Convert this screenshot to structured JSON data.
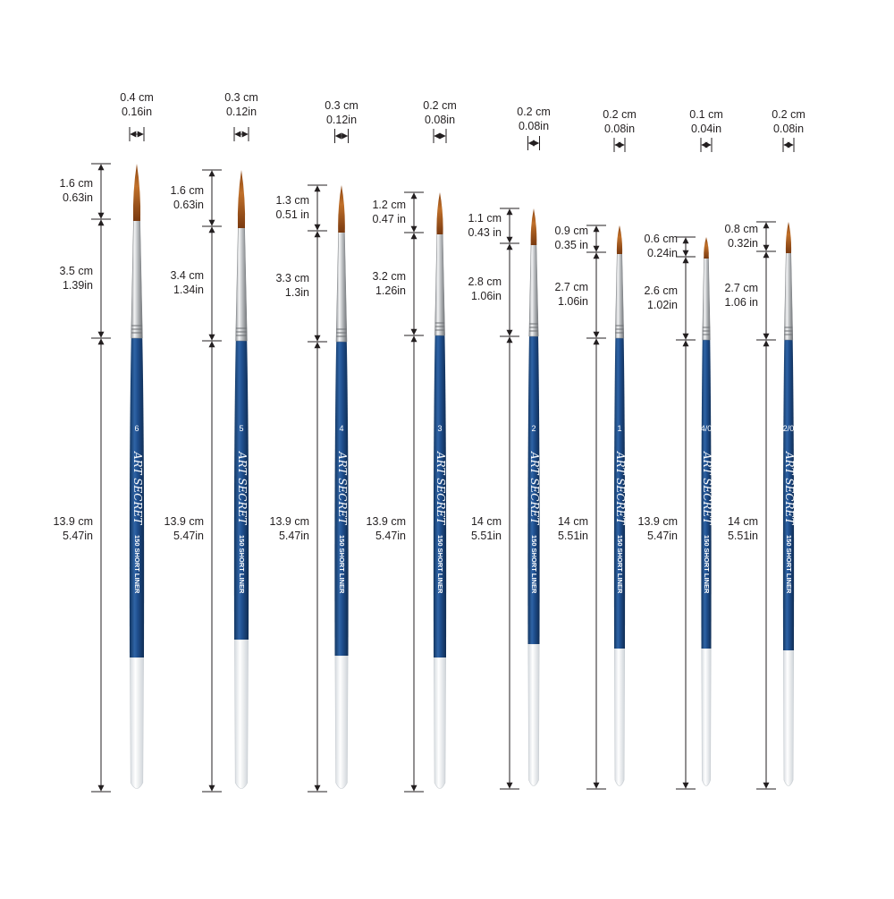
{
  "brushes": [
    {
      "size": "6",
      "brand": "ART SECRET",
      "model": "150 SHORT LINER",
      "width": {
        "cm": "0.4 cm",
        "in": "0.16in"
      },
      "tip": {
        "cm": "1.6 cm",
        "in": "0.63in"
      },
      "ferrule": {
        "cm": "3.5 cm",
        "in": "1.39in"
      },
      "handle": {
        "cm": "13.9 cm",
        "in": "5.47in"
      }
    },
    {
      "size": "5",
      "brand": "ART SECRET",
      "model": "150 SHORT LINER",
      "width": {
        "cm": "0.3 cm",
        "in": "0.12in"
      },
      "tip": {
        "cm": "1.6 cm",
        "in": "0.63in"
      },
      "ferrule": {
        "cm": "3.4 cm",
        "in": "1.34in"
      },
      "handle": {
        "cm": "13.9 cm",
        "in": "5.47in"
      }
    },
    {
      "size": "4",
      "brand": "ART SECRET",
      "model": "150 SHORT LINER",
      "width": {
        "cm": "0.3 cm",
        "in": "0.12in"
      },
      "tip": {
        "cm": "1.3 cm",
        "in": "0.51 in"
      },
      "ferrule": {
        "cm": "3.3 cm",
        "in": "1.3in"
      },
      "handle": {
        "cm": "13.9 cm",
        "in": "5.47in"
      }
    },
    {
      "size": "3",
      "brand": "ART SECRET",
      "model": "150 SHORT LINER",
      "width": {
        "cm": "0.2 cm",
        "in": "0.08in"
      },
      "tip": {
        "cm": "1.2 cm",
        "in": "0.47 in"
      },
      "ferrule": {
        "cm": "3.2 cm",
        "in": "1.26in"
      },
      "handle": {
        "cm": "13.9 cm",
        "in": "5.47in"
      }
    },
    {
      "size": "2",
      "brand": "ART SECRET",
      "model": "150 SHORT LINER",
      "width": {
        "cm": "0.2 cm",
        "in": "0.08in"
      },
      "tip": {
        "cm": "1.1 cm",
        "in": "0.43 in"
      },
      "ferrule": {
        "cm": "2.8 cm",
        "in": "1.06in"
      },
      "handle": {
        "cm": "14 cm",
        "in": "5.51in"
      }
    },
    {
      "size": "1",
      "brand": "ART SECRET",
      "model": "150 SHORT LINER",
      "width": {
        "cm": "0.2 cm",
        "in": "0.08in"
      },
      "tip": {
        "cm": "0.9 cm",
        "in": "0.35 in"
      },
      "ferrule": {
        "cm": "2.7 cm",
        "in": "1.06in"
      },
      "handle": {
        "cm": "14 cm",
        "in": "5.51in"
      }
    },
    {
      "size": "4/0",
      "brand": "ART SECRET",
      "model": "150 SHORT LINER",
      "width": {
        "cm": "0.1 cm",
        "in": "0.04in"
      },
      "tip": {
        "cm": "0.6 cm",
        "in": "0.24in"
      },
      "ferrule": {
        "cm": "2.6 cm",
        "in": "1.02in"
      },
      "handle": {
        "cm": "13.9 cm",
        "in": "5.47in"
      }
    },
    {
      "size": "2/0",
      "brand": "ART SECRET",
      "model": "150 SHORT LINER",
      "width": {
        "cm": "0.2 cm",
        "in": "0.08in"
      },
      "tip": {
        "cm": "0.8 cm",
        "in": "0.32in"
      },
      "ferrule": {
        "cm": "2.7 cm",
        "in": "1.06 in"
      },
      "handle": {
        "cm": "14 cm",
        "in": "5.51in"
      }
    }
  ],
  "colors": {
    "handle_blue": "#1f4f8f",
    "handle_dark": "#123560",
    "handle_light": "#3a74b4",
    "ferrule_silver": "#c9cbcd",
    "bristle_orange": "#b8621c",
    "bristle_tip": "#7a3a10",
    "end_white": "#eef1f3",
    "dimension_line": "#231f20"
  }
}
